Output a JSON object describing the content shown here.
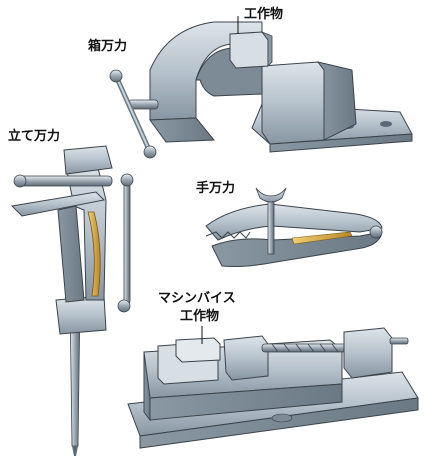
{
  "labels": {
    "box_vise": "箱万力",
    "box_vise_workpiece": "工作物",
    "leg_vise": "立て万力",
    "hand_vise": "手万力",
    "machine_vise": "マシンバイス",
    "machine_vise_workpiece": "工作物"
  },
  "colors": {
    "background": "#ffffff",
    "steel_light": "#c9d3dc",
    "steel_mid": "#a9b6c2",
    "steel_dark": "#7d8b97",
    "steel_shadow": "#5c6a76",
    "brass": "#d4a640",
    "outline": "#3b434a"
  }
}
